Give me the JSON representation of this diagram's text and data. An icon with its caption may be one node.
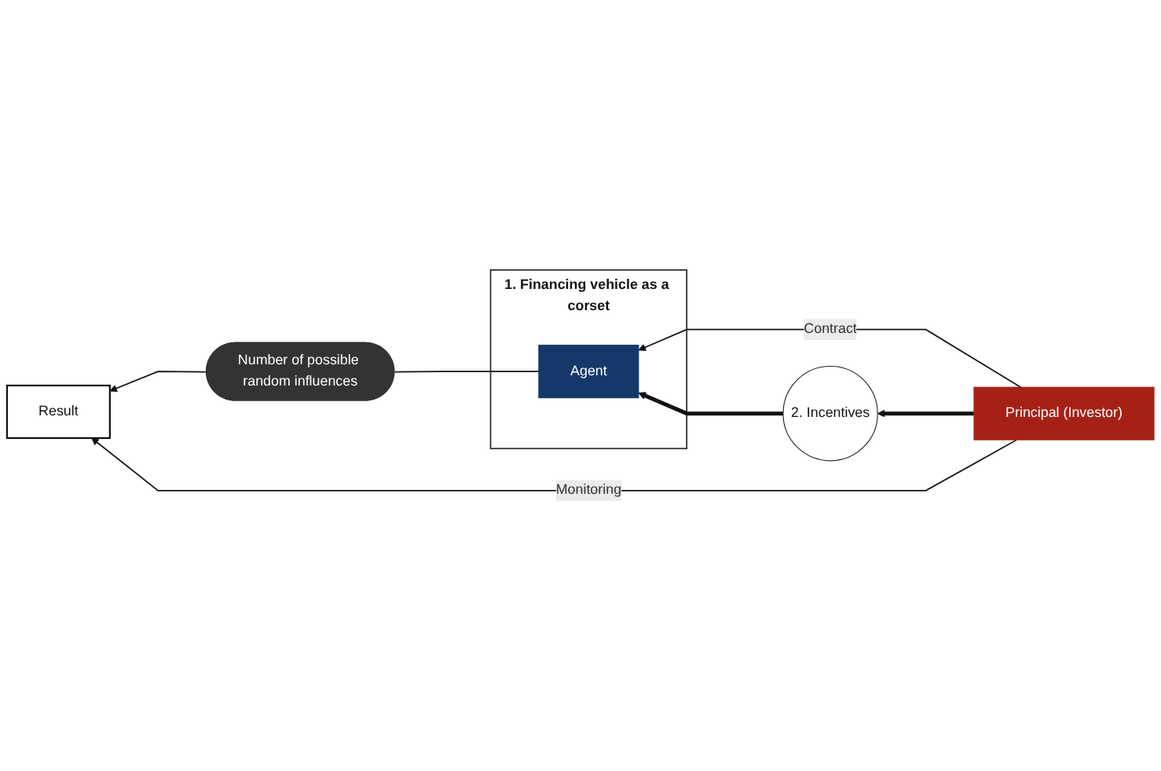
{
  "diagram": {
    "nodes": [
      {
        "text": [
          "1. Financing vehicle as a corset"
        ]
      },
      {
        "text": [
          "Agent"
        ],
        "in": 0
      },
      {
        "text": [
          "Principal (Investor)"
        ]
      },
      {
        "text": [
          "2. Incentives"
        ]
      },
      {
        "text": [
          "Number of possible random influences"
        ]
      },
      {
        "text": [
          "Result"
        ]
      }
    ],
    "edges": [
      {
        "from": 2,
        "to": 1,
        "arrow": "to",
        "label": "Contract"
      },
      {
        "from": 3,
        "to": 1,
        "arrow": "to",
        "style": "thick"
      },
      {
        "from": 2,
        "to": 3,
        "arrow": "to",
        "style": "thick"
      },
      {
        "from": 1,
        "to": 4,
        "arrow": "none"
      },
      {
        "from": 4,
        "to": 5,
        "arrow": "to"
      },
      {
        "from": 2,
        "to": 5,
        "arrow": "to",
        "label": "Monitoring"
      }
    ]
  }
}
